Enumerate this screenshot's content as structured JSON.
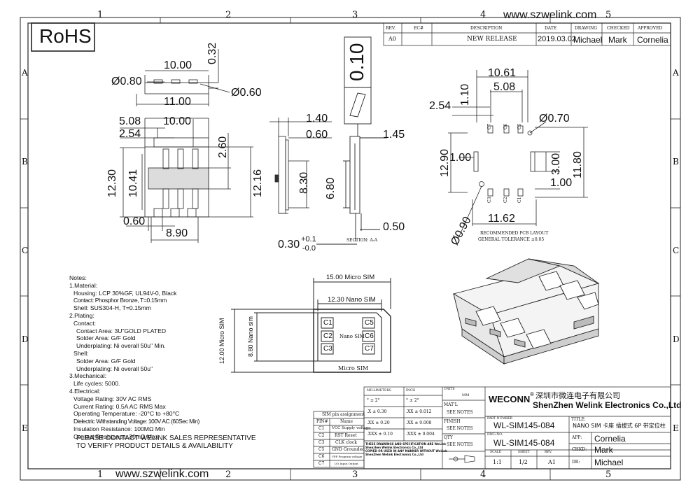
{
  "website": "www.szwelink.com",
  "rohs": "RoHS",
  "columns": [
    "1",
    "2",
    "3",
    "4",
    "5"
  ],
  "rows": [
    "A",
    "B",
    "C",
    "D",
    "E"
  ],
  "revision": {
    "headers": [
      "REV.",
      "EC#",
      "DESCRIPTION",
      "DATE",
      "DRAWING",
      "CHECKED",
      "APPROVED"
    ],
    "row": [
      "A0",
      "",
      "NEW RELEASE",
      "2019.03.02",
      "Michael",
      "Mark",
      "Cornelia"
    ]
  },
  "dims": {
    "d080": "Ø0.80",
    "d1000a": "10.00",
    "d032": "0.32",
    "d060b": "Ø0.60",
    "d1100": "11.00",
    "d508a": "5.08",
    "d1000b": "10.00",
    "d254a": "2.54",
    "d260": "2.60",
    "d1230": "12.30",
    "d1041": "10.41",
    "d1216": "12.16",
    "d060": "0.60",
    "d890": "8.90",
    "d140": "1.40",
    "d060c": "0.60",
    "d830": "8.30",
    "d010": "0.10",
    "d145": "1.45",
    "d680": "6.80",
    "d050": "0.50",
    "d030": "0.30",
    "d030tol_up": "+0.1",
    "d030tol_dn": "-0.0",
    "section": "SECTION: A-A",
    "d1061": "10.61",
    "d508b": "5.08",
    "d110": "1.10",
    "d254b": "2.54",
    "d070": "Ø0.70",
    "d1290": "12.90",
    "d100a": "1.00",
    "d300": "3.00",
    "d1180": "11.80",
    "d100b": "1.00",
    "d1162": "11.62",
    "d090": "Ø0.90",
    "pcb1": "RECOMMENDED PCB LAYOUT",
    "pcb2": "GENERAL TOLERANCE ±0.05",
    "padC7": "C7",
    "padC6": "C6",
    "padC5": "C5",
    "padC3": "C3",
    "padC2": "C2",
    "padC1": "C1"
  },
  "card": {
    "micro_w": "15.00 Micro SIM",
    "nano_w": "12.30 Nano SIM",
    "micro_h": "12.00 Micro SIM",
    "nano_h": "8.80 Nano sim",
    "nano_label": "Nano SIM",
    "micro_label": "Micro SIM",
    "pads": [
      "C1",
      "C2",
      "C3",
      "C5",
      "C6",
      "C7"
    ]
  },
  "notes": [
    "Notes:",
    "1.Material:",
    "   Housing: LCP 30%GF, UL94V-0, Black",
    "   Contact: Phosphor Bronze, T=0.15mm",
    "   Shell: SUS304-H, T=0.15mm",
    "2.Plating:",
    "   Contact:",
    "      Contact Area: 3U\"GOLD PLATED",
    "      Solder Area: G/F Gold",
    "      Underplating: Ni overall 50u\" Min.",
    "   Shell:",
    "      Solder Area: G/F Gold",
    "      Underplating: Ni overall 50u\"",
    "3.Mechanical:",
    "   Life cycles: 5000.",
    "4.Electrical:",
    "   Voltage Rating: 30V AC RMS",
    "   Current Rating: 0.5A AC RMS Max",
    "   Operating Temperature: -20°C to +80°C",
    "   Dielectric Withstanding Voltage: 100V AC (60Sec Min)",
    "   Insulation Resistance: 100MΩ Min",
    "   Contact Resistance: 30mΩ Max"
  ],
  "contact_note": [
    "PLEASE CONTACT WELINK SALES REPRESENTATIVE",
    "TO VERIFY PRODUCT DETAILS & AVAILABILITY"
  ],
  "pin_table": {
    "title": "SIM pin assignment",
    "header": [
      "PIN#",
      "Name"
    ],
    "rows": [
      [
        "C1",
        "VCC Supply voltage"
      ],
      [
        "C2",
        "RST Reset"
      ],
      [
        "C3",
        "CLK clock"
      ],
      [
        "C5",
        "GND Grounded"
      ],
      [
        "C6",
        "VPP Program voltage"
      ],
      [
        "C7",
        "I/O Input Output"
      ]
    ]
  },
  "title_block": {
    "mm_head": "MILLIMETERS",
    "inch_head": "INCH",
    "units_head": "UNITS",
    "units_val": "MM",
    "tol": [
      [
        "°  ± 2°",
        "°  ± 2°"
      ],
      [
        ".X    ± 0.30",
        ".XX  ± 0.012"
      ],
      [
        ".XX   ± 0.20",
        ".XX  ± 0.008"
      ],
      [
        ".XXX ± 0.10",
        ".XXX ± 0.004"
      ]
    ],
    "material_head": "MAT'L",
    "material_val": "SEE NOTES",
    "finish_head": "FINISH",
    "finish_val": "SEE NOTES",
    "qty_head": "QTY",
    "qty_val": "SEE NOTES",
    "conf": [
      "THESE DRAWINGS AND SPECIFICATION ARE WeLink",
      "Shenzhen Welink Electronics Co.,Ltd",
      "COPIED OR USED IN ANY MANNER WITHOUT WeLink",
      "ShenZhen Welink Electronics Co.,Ltd"
    ],
    "brand": "WECONN",
    "reg": "®",
    "company_cn": "深圳市微连电子有限公司",
    "company_en": "ShenZhen Welink Electronics Co.,Ltd",
    "part_head": "PART NUMBER",
    "part_no": "WL-SIM145-084",
    "title_head": "TITLE:",
    "title_val": "NANO SIM 卡座 插拔式 6P 带定位柱",
    "dwg_head": "DWG NO.",
    "dwg_no": "WL-SIM145-084",
    "scale_head": "SCALE",
    "scale_val": "1:1",
    "sheet_head": "SHEET",
    "sheet_val": "1/2",
    "rev_head": "REV.",
    "rev_val": "A1",
    "app_head": "APP:",
    "app_val": "Cornelia",
    "chkd_head": "CHKD:",
    "chkd_val": "Mark",
    "dr_head": "DR:",
    "dr_val": "Michael"
  }
}
